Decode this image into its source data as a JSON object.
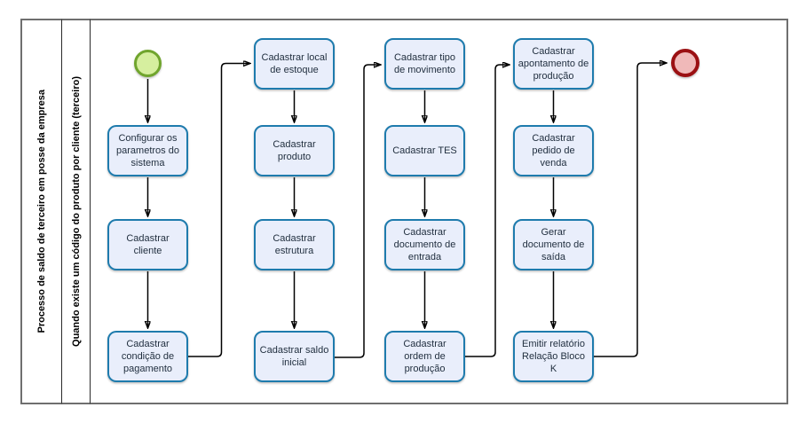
{
  "diagram": {
    "type": "bpmn-flowchart",
    "pool": {
      "label": "Processo de saldo de terceiro em posse da empresa"
    },
    "lane": {
      "label": "Quando existe um código do produto por cliente (terceiro)"
    }
  },
  "events": {
    "start": {
      "name": "start-event",
      "shape": "circle",
      "fill": "#d6ef9f",
      "border": "#70a52d"
    },
    "end": {
      "name": "end-event",
      "shape": "circle",
      "fill": "#f0b9b9",
      "border": "#9b1013"
    }
  },
  "tasks": [
    {
      "label": "Configurar os parametros do sistema"
    },
    {
      "label": "Cadastrar cliente"
    },
    {
      "label": "Cadastrar condição de pagamento"
    },
    {
      "label": "Cadastrar local de estoque"
    },
    {
      "label": "Cadastrar produto"
    },
    {
      "label": "Cadastrar estrutura"
    },
    {
      "label": "Cadastrar saldo inicial"
    },
    {
      "label": "Cadastrar tipo de movimento"
    },
    {
      "label": "Cadastrar TES"
    },
    {
      "label": "Cadastrar documento de entrada"
    },
    {
      "label": "Cadastrar ordem de produção"
    },
    {
      "label": "Cadastrar apontamento de produção"
    },
    {
      "label": "Cadastrar pedido de venda"
    },
    {
      "label": "Gerar documento de saída"
    },
    {
      "label": "Emitir relatório Relação Bloco K"
    }
  ],
  "flow_order": [
    "start-event",
    "Configurar os parametros do sistema",
    "Cadastrar cliente",
    "Cadastrar condição de pagamento",
    "Cadastrar local de estoque",
    "Cadastrar produto",
    "Cadastrar estrutura",
    "Cadastrar saldo inicial",
    "Cadastrar tipo de movimento",
    "Cadastrar TES",
    "Cadastrar documento de entrada",
    "Cadastrar ordem de produção",
    "Cadastrar apontamento de produção",
    "Cadastrar pedido de venda",
    "Gerar documento de saída",
    "Emitir relatório Relação Bloco K",
    "end-event"
  ],
  "colors": {
    "task_fill": "#e9eefb",
    "task_border": "#1e7bad",
    "task_text": "#1f2d3d",
    "start_fill": "#d6ef9f",
    "start_border": "#70a52d",
    "end_fill": "#f0b9b9",
    "end_border": "#9b1013",
    "connector": "#000000",
    "pool_border": "#6f6f6f",
    "divider": "#2a2a2a"
  }
}
